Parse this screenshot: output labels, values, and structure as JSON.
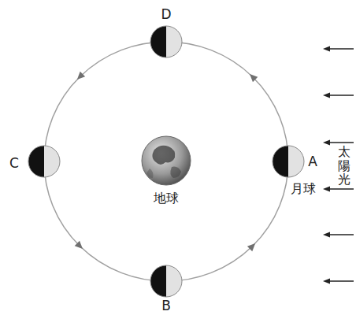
{
  "diagram": {
    "labels": [
      "D",
      "C",
      "A",
      "B",
      "地球",
      "月球",
      "太陽光"
    ]
  }
}
